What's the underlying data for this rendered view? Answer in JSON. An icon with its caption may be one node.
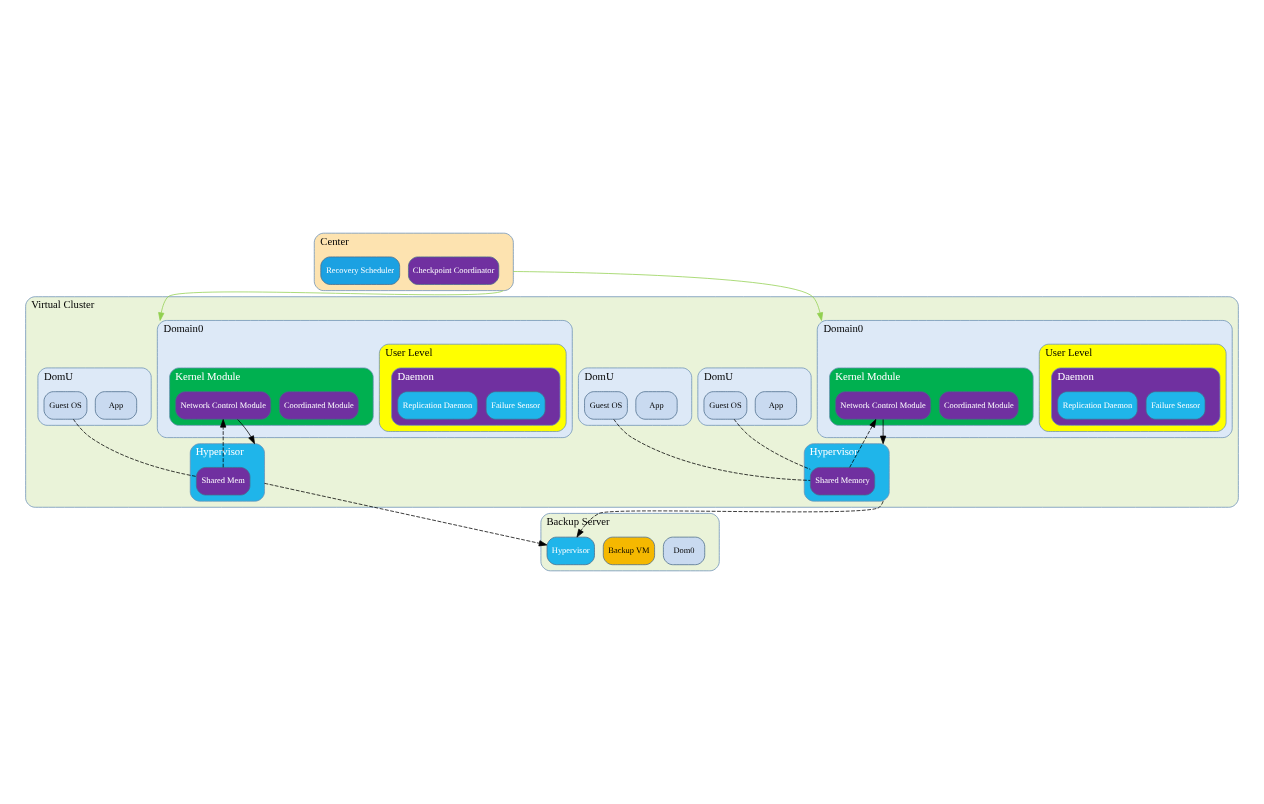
{
  "diagram": {
    "nodes": [
      {
        "text": [
          "Virtual Cluster"
        ]
      },
      {
        "text": [
          "Center"
        ]
      },
      {
        "text": [
          "Checkpoint Coordinator"
        ],
        "in": 1
      },
      {
        "text": [
          "Recovery Scheduler"
        ],
        "in": 1
      },
      {
        "text": [
          "Domain0"
        ],
        "in": 0
      },
      {
        "text": [
          "User Level"
        ],
        "in": 4
      },
      {
        "text": [
          "Daemon"
        ],
        "in": 5
      },
      {
        "text": [
          "Failure Sensor"
        ],
        "in": 6
      },
      {
        "text": [
          "Replication Daemon"
        ],
        "in": 6
      },
      {
        "text": [
          "Kernel Module"
        ],
        "in": 4
      },
      {
        "text": [
          "Coordinated Module"
        ],
        "in": 9
      },
      {
        "text": [
          "Network Control Module"
        ],
        "in": 9
      },
      {
        "text": [
          "DomU"
        ],
        "in": 0
      },
      {
        "text": [
          "App"
        ],
        "in": 12
      },
      {
        "text": [
          "Guest OS"
        ],
        "in": 12
      },
      {
        "text": [
          "DomU"
        ],
        "in": 0
      },
      {
        "text": [
          "App"
        ],
        "in": 15
      },
      {
        "text": [
          "Guest OS"
        ],
        "in": 15
      },
      {
        "text": [
          "Hypervisor"
        ],
        "in": 0
      },
      {
        "text": [
          "Shared Memory"
        ],
        "in": 18
      },
      {
        "text": [
          "Domain0"
        ],
        "in": 0
      },
      {
        "text": [
          "User Level"
        ],
        "in": 20
      },
      {
        "text": [
          "Daemon"
        ],
        "in": 21
      },
      {
        "text": [
          "Failure Sensor"
        ],
        "in": 22
      },
      {
        "text": [
          "Replication Daemon"
        ],
        "in": 22
      },
      {
        "text": [
          "Kernel Module"
        ],
        "in": 20
      },
      {
        "text": [
          "Coordinated Module"
        ],
        "in": 25
      },
      {
        "text": [
          "Network Control Module"
        ],
        "in": 25
      },
      {
        "text": [
          "DomU"
        ],
        "in": 0
      },
      {
        "text": [
          "App"
        ],
        "in": 28
      },
      {
        "text": [
          "Guest OS"
        ],
        "in": 28
      },
      {
        "text": [
          "Hypervisor"
        ],
        "in": 0
      },
      {
        "text": [
          "Shared Mem"
        ],
        "in": 31
      },
      {
        "text": [
          "Backup Server"
        ]
      },
      {
        "text": [
          "Dom0"
        ],
        "in": 33
      },
      {
        "text": [
          "Backup VM"
        ],
        "in": 33
      },
      {
        "text": [
          "Hypervisor"
        ],
        "in": 33
      }
    ],
    "edges": [
      {
        "from": 1,
        "to": 4,
        "arrow": "to",
        "color": "#92d050"
      },
      {
        "from": 1,
        "to": 20,
        "arrow": "to",
        "color": "#92d050"
      },
      {
        "from": 11,
        "to": 18,
        "arrow": "to"
      },
      {
        "from": 19,
        "to": 11,
        "arrow": "to",
        "style": "dashed"
      },
      {
        "from": 14,
        "to": 19,
        "arrow": "none",
        "style": "dashed"
      },
      {
        "from": 17,
        "to": 19,
        "arrow": "none",
        "style": "dashed"
      },
      {
        "from": 27,
        "to": 31,
        "arrow": "to"
      },
      {
        "from": 32,
        "to": 27,
        "arrow": "to",
        "style": "dashed"
      },
      {
        "from": 30,
        "to": 32,
        "arrow": "none",
        "style": "dashed"
      },
      {
        "from": 18,
        "to": 36,
        "arrow": "to",
        "style": "dashed"
      },
      {
        "from": 31,
        "to": 36,
        "arrow": "to",
        "style": "dashed"
      }
    ]
  }
}
